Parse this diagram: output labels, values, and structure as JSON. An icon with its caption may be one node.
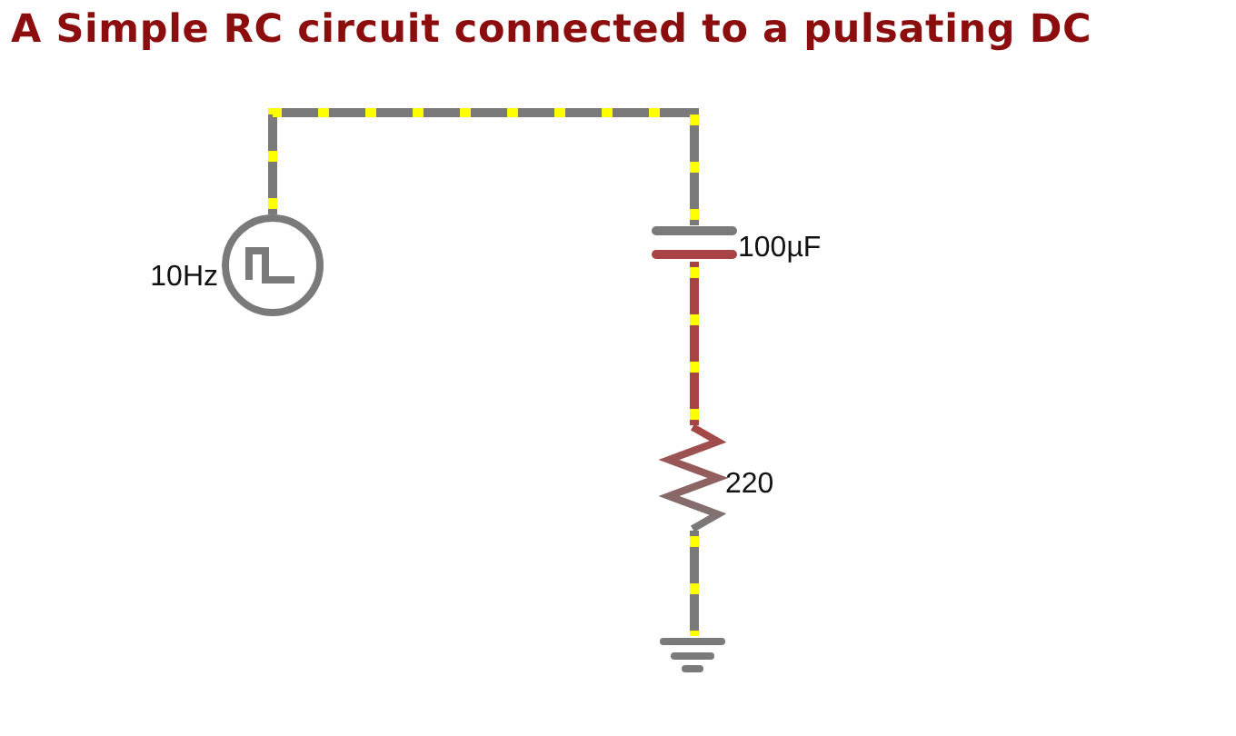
{
  "diagram": {
    "title": "A Simple RC circuit connected to a pulsating DC",
    "nodes": [
      {
        "text": [],
        "shape": "circle",
        "beside": [
          "10Hz"
        ]
      },
      {
        "text": [],
        "shape": "capacitor",
        "beside": [
          "100µF"
        ]
      },
      {
        "text": [],
        "shape": "resistor",
        "beside": [
          "220"
        ]
      },
      {
        "text": [],
        "shape": "ground"
      }
    ],
    "edges": [
      {
        "from": 0,
        "to": 1,
        "arrow": "none"
      },
      {
        "from": 1,
        "to": 2,
        "arrow": "none",
        "color": "#a84444"
      },
      {
        "from": 2,
        "to": 3,
        "arrow": "none"
      }
    ]
  }
}
